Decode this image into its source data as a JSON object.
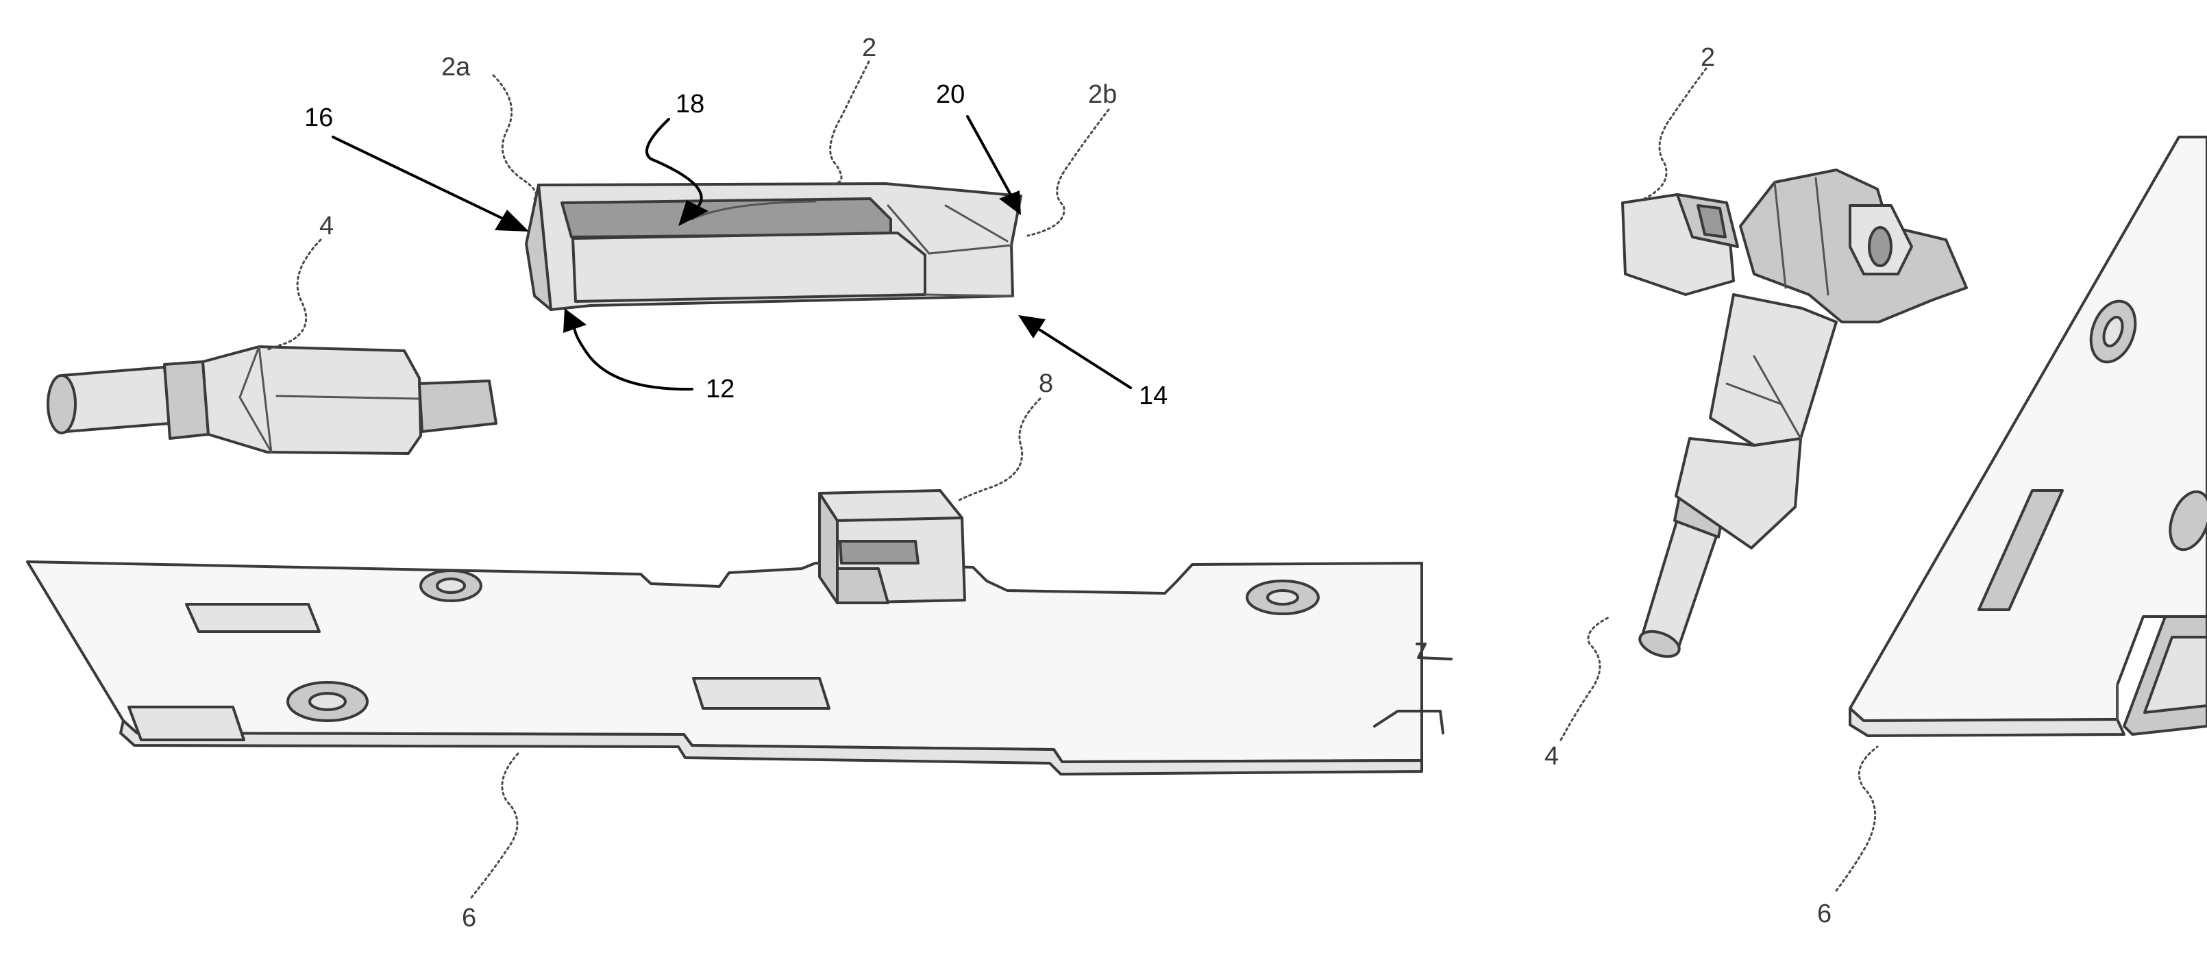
{
  "figure": {
    "left_view": {
      "labels": {
        "housing": "2",
        "housing_first_end": "2a",
        "housing_second_end": "2b",
        "connector": "4",
        "plate": "6",
        "latch": "8",
        "first_end": "12",
        "second_end": "14",
        "opening": "16",
        "channel": "18",
        "edge": "20"
      }
    },
    "right_view": {
      "labels": {
        "housing": "2",
        "connector": "4",
        "plate": "6"
      }
    }
  }
}
